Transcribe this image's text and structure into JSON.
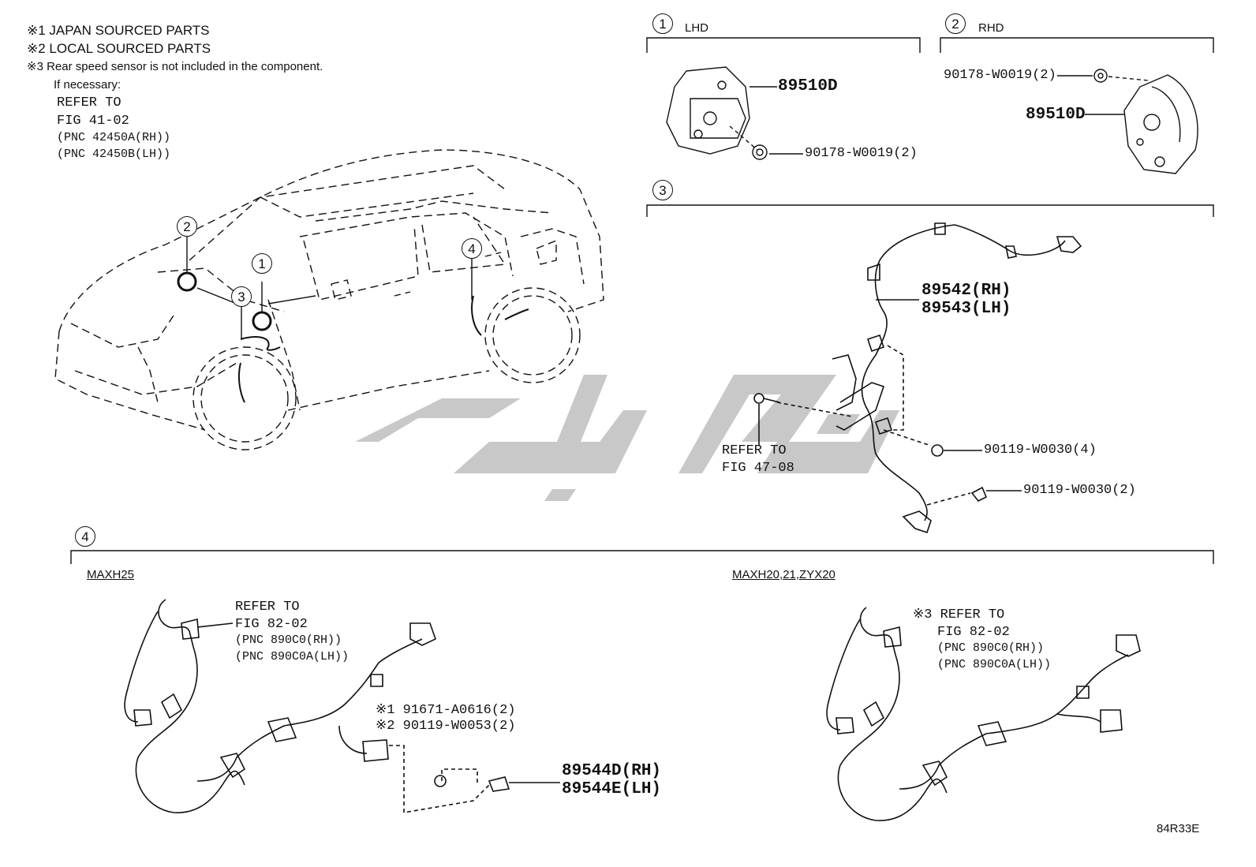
{
  "notes": {
    "n1": "※1 JAPAN SOURCED PARTS",
    "n2": "※2 LOCAL SOURCED PARTS",
    "n3": "※3 Rear speed sensor is not included in the component.",
    "n4": "If necessary:",
    "ref1": "REFER TO",
    "ref2": "FIG 41-02",
    "ref3": "(PNC 42450A(RH))",
    "ref4": "(PNC 42450B(LH))"
  },
  "callouts": [
    "1",
    "2",
    "3",
    "4"
  ],
  "section1": {
    "num": "1",
    "label": "LHD",
    "part_main": "89510D",
    "part_bolt": "90178-W0019(2)"
  },
  "section2": {
    "num": "2",
    "label": "RHD",
    "part_main": "89510D",
    "part_bolt": "90178-W0019(2)"
  },
  "section3": {
    "num": "3",
    "part_rh": "89542(RH)",
    "part_lh": "89543(LH)",
    "bolt4": "90119-W0030(4)",
    "bolt2": "90119-W0030(2)",
    "ref1": "REFER TO",
    "ref2": "FIG 47-08"
  },
  "section4": {
    "num": "4",
    "left_model": "MAXH25",
    "right_model": "MAXH20,21,ZYX20",
    "left_ref1": "REFER TO",
    "left_ref2": "FIG 82-02",
    "left_ref3": "(PNC 890C0(RH))",
    "left_ref4": "(PNC 890C0A(LH))",
    "bolt_a": "※1 91671-A0616(2)",
    "bolt_b": "※2 90119-W0053(2)",
    "sensor_rh": "89544D(RH)",
    "sensor_lh": "89544E(LH)",
    "right_ref1": "※3 REFER TO",
    "right_ref2": "FIG 82-02",
    "right_ref3": "(PNC 890C0(RH))",
    "right_ref4": "(PNC 890C0A(LH))"
  },
  "figure_code": "84R33E",
  "colors": {
    "line": "#111111",
    "watermark": "#c8c8c8",
    "marker": "#111111"
  }
}
